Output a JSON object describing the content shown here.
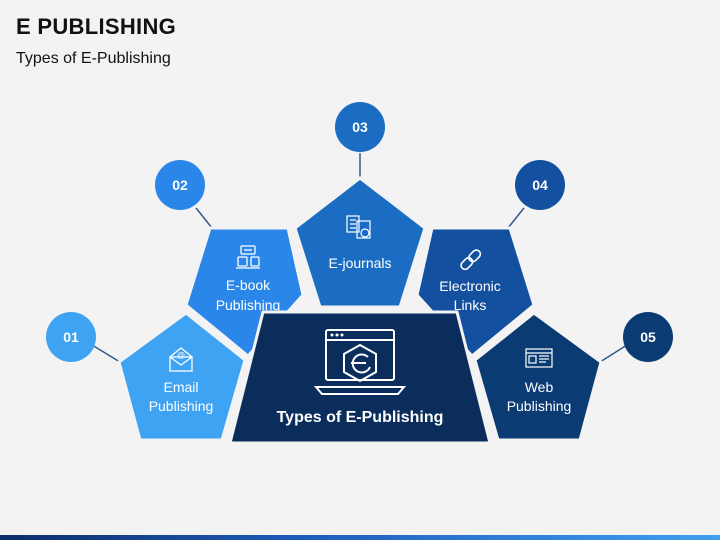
{
  "title": "E PUBLISHING",
  "subtitle": "Types of E-Publishing",
  "center": {
    "label": "Types of E-Publishing",
    "icon": "e-publishing-monitor-icon",
    "color": "#0b2d5c"
  },
  "items": [
    {
      "number": "01",
      "line1": "Email",
      "line2": "Publishing",
      "icon": "email-envelope-icon",
      "color": "#3ea3f2"
    },
    {
      "number": "02",
      "line1": "E-book",
      "line2": "Publishing",
      "icon": "ebook-reader-icon",
      "color": "#2b86ea"
    },
    {
      "number": "03",
      "line1": "E-journals",
      "line2": "",
      "icon": "e-journal-document-icon",
      "color": "#1b6dc4"
    },
    {
      "number": "04",
      "line1": "Electronic",
      "line2": "Links",
      "icon": "chain-link-icon",
      "color": "#13509f"
    },
    {
      "number": "05",
      "line1": "Web",
      "line2": "Publishing",
      "icon": "web-browser-icon",
      "color": "#0b3b73"
    }
  ]
}
